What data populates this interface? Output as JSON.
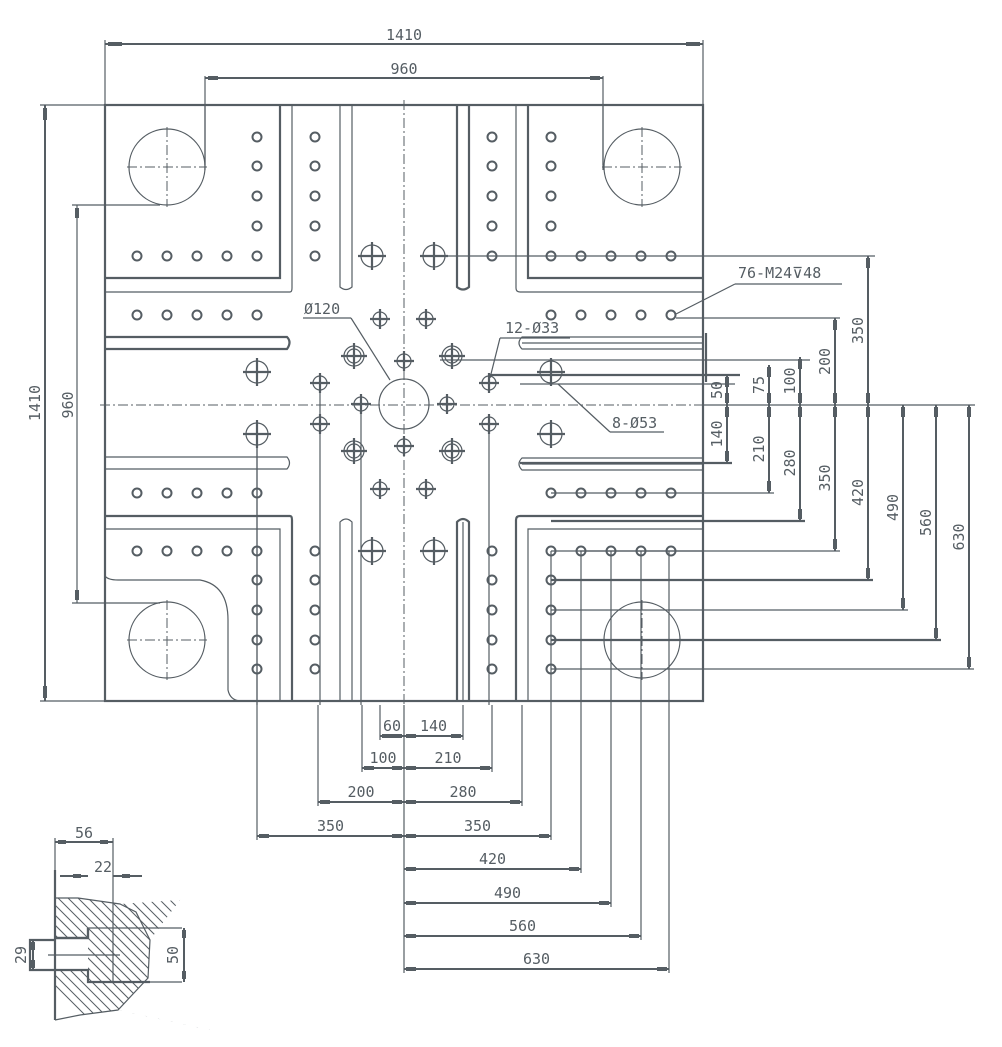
{
  "drawing": {
    "title": "Mold platen mounting dimensions",
    "line_color": "#555d63",
    "background": "#ffffff"
  },
  "overall": {
    "width_label": "1410",
    "height_label": "1410",
    "tie_bar_spacing_h_label": "960",
    "tie_bar_spacing_v_label": "960"
  },
  "callouts": {
    "center_bore": "Ø120",
    "locating_holes": "12-Ø33",
    "ejector_holes": "8-Ø53",
    "threaded_holes": "76-M24⊽48"
  },
  "right_dims_upper": [
    "50",
    "75",
    "100",
    "200",
    "350"
  ],
  "right_dims_lower": [
    "140",
    "210",
    "280",
    "350",
    "420",
    "490",
    "560",
    "630"
  ],
  "bottom_dims": {
    "row1": [
      "60",
      "140"
    ],
    "row2": [
      "100",
      "210"
    ],
    "row3": [
      "200",
      "280"
    ],
    "row4": [
      "350",
      "350"
    ],
    "right_only": [
      "420",
      "490",
      "560",
      "630"
    ]
  },
  "section_detail": {
    "top_width": "56",
    "inner_width": "22",
    "left_height": "29",
    "right_height": "50"
  }
}
